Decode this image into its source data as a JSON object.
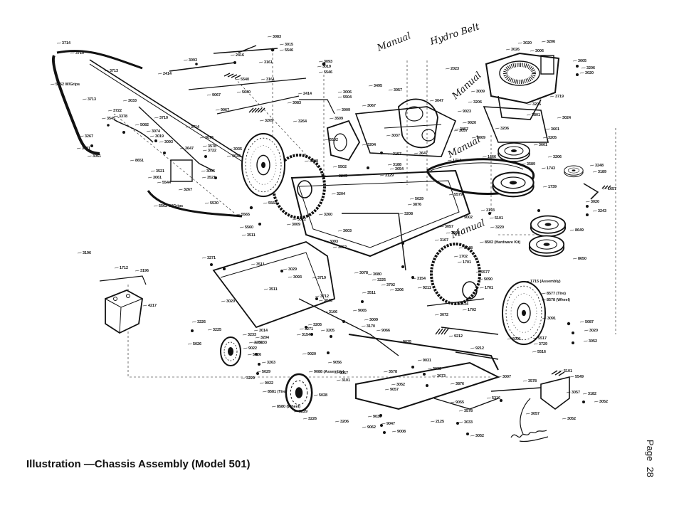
{
  "page": {
    "caption": "Illustration —Chassis Assembly (Model 501)",
    "page_label": "Page",
    "page_number": "28"
  },
  "diagram": {
    "handwritten": [
      {
        "id": "hw-manual",
        "text": "Manual"
      },
      {
        "id": "hw-hydro",
        "text": "Hydro Belt"
      },
      {
        "id": "hw-manual-2",
        "text": "Manual"
      },
      {
        "id": "hw-manual-3",
        "text": "Manual"
      },
      {
        "id": "hw-manual-4",
        "text": "Manual"
      }
    ],
    "callouts": [
      [
        "3083",
        383,
        53
      ],
      [
        "3714",
        87,
        62
      ],
      [
        "3710",
        106,
        76
      ],
      [
        "3015",
        400,
        64
      ],
      [
        "5546",
        400,
        72
      ],
      [
        "3093",
        265,
        86
      ],
      [
        "2416",
        331,
        79
      ],
      [
        "3161",
        371,
        89
      ],
      [
        "3093",
        455,
        88
      ],
      [
        "3019",
        453,
        95
      ],
      [
        "5546",
        455,
        103
      ],
      [
        "3713",
        154,
        101
      ],
      [
        "2414",
        229,
        105
      ],
      [
        "5540",
        338,
        113
      ],
      [
        "3161",
        374,
        113
      ],
      [
        "5562 W/Grips",
        78,
        120
      ],
      [
        "9067",
        298,
        135
      ],
      [
        "5640",
        340,
        131
      ],
      [
        "2414",
        426,
        133
      ],
      [
        "3006",
        482,
        131
      ],
      [
        "5504",
        482,
        138
      ],
      [
        "3495",
        525,
        122
      ],
      [
        "3057",
        553,
        128
      ],
      [
        "3713",
        123,
        141
      ],
      [
        "3033",
        180,
        143
      ],
      [
        "3083",
        411,
        146
      ],
      [
        "3009",
        480,
        156
      ],
      [
        "3067",
        516,
        150
      ],
      [
        "3047",
        611,
        143
      ],
      [
        "3722",
        159,
        157
      ],
      [
        "9067",
        310,
        156
      ],
      [
        "3710",
        224,
        167
      ],
      [
        "3209",
        372,
        171
      ],
      [
        "3264",
        419,
        172
      ],
      [
        "3509",
        470,
        168
      ],
      [
        "3545",
        150,
        168
      ],
      [
        "3378",
        167,
        165
      ],
      [
        "5082",
        197,
        177
      ],
      [
        "3714",
        268,
        180
      ],
      [
        "3074",
        213,
        186
      ],
      [
        "3019",
        218,
        193
      ],
      [
        "3093",
        231,
        201
      ],
      [
        "3267",
        119,
        193
      ],
      [
        "3076",
        288,
        195
      ],
      [
        "5502",
        463,
        198
      ],
      [
        "3204",
        516,
        205
      ],
      [
        "3037",
        550,
        192
      ],
      [
        "3057",
        645,
        185
      ],
      [
        "3521",
        115,
        210
      ],
      [
        "3647",
        260,
        210
      ],
      [
        "3578",
        292,
        207
      ],
      [
        "3035",
        328,
        211
      ],
      [
        "3722",
        292,
        213
      ],
      [
        "3033",
        326,
        221
      ],
      [
        "3061",
        130,
        221
      ],
      [
        "8651",
        190,
        227
      ],
      [
        "3208",
        435,
        228
      ],
      [
        "3157",
        552,
        218
      ],
      [
        "3647",
        589,
        217
      ],
      [
        "3188",
        552,
        233
      ],
      [
        "3054",
        555,
        239
      ],
      [
        "5502",
        475,
        236
      ],
      [
        "3129",
        541,
        248
      ],
      [
        "3205",
        476,
        249
      ],
      [
        "3521",
        219,
        242
      ],
      [
        "3006",
        290,
        242
      ],
      [
        "3061",
        215,
        251
      ],
      [
        "3521",
        291,
        251
      ],
      [
        "5544",
        228,
        258
      ],
      [
        "3267",
        258,
        268
      ],
      [
        "3204",
        473,
        274
      ],
      [
        "5029",
        583,
        281
      ],
      [
        "3876",
        580,
        289
      ],
      [
        "5530",
        295,
        287
      ],
      [
        "5560",
        377,
        287
      ],
      [
        "5562 W/Grips",
        223,
        291
      ],
      [
        "5565",
        339,
        303
      ],
      [
        "3260",
        455,
        303
      ],
      [
        "3022",
        418,
        310
      ],
      [
        "3009",
        410,
        317
      ],
      [
        "3208",
        568,
        302
      ],
      [
        "9002",
        652,
        307
      ],
      [
        "3057",
        625,
        320
      ],
      [
        "3208",
        634,
        329
      ],
      [
        "5560",
        344,
        321
      ],
      [
        "3511",
        347,
        332
      ],
      [
        "3603",
        482,
        326
      ],
      [
        "3093",
        463,
        341
      ],
      [
        "3052",
        475,
        349
      ],
      [
        "3107",
        618,
        339
      ],
      [
        "3196",
        116,
        357
      ],
      [
        "3271",
        291,
        364
      ],
      [
        "3511",
        360,
        373
      ],
      [
        "1712",
        168,
        378
      ],
      [
        "3196",
        197,
        382
      ],
      [
        "3029",
        405,
        380
      ],
      [
        "3093",
        412,
        391
      ],
      [
        "3719",
        446,
        392
      ],
      [
        "3078",
        505,
        385
      ],
      [
        "3080",
        524,
        387
      ],
      [
        "3225",
        530,
        395
      ],
      [
        "3702",
        543,
        402
      ],
      [
        "3206",
        555,
        409
      ],
      [
        "3511",
        378,
        408
      ],
      [
        "3712",
        450,
        418
      ],
      [
        "3048",
        455,
        424
      ],
      [
        "3511",
        516,
        413
      ],
      [
        "3154",
        586,
        393
      ],
      [
        "9211",
        594,
        406
      ],
      [
        "3134",
        646,
        429
      ],
      [
        "1702",
        657,
        437
      ],
      [
        "3020",
        318,
        425
      ],
      [
        "4217",
        208,
        431
      ],
      [
        "3106",
        462,
        440
      ],
      [
        "9065",
        503,
        438
      ],
      [
        "3072",
        618,
        444
      ],
      [
        "3009",
        519,
        451
      ],
      [
        "3170",
        515,
        460
      ],
      [
        "3226",
        277,
        454
      ],
      [
        "3205",
        440,
        458
      ],
      [
        "3271",
        428,
        464
      ],
      [
        "3205",
        458,
        466
      ],
      [
        "9066",
        536,
        466
      ],
      [
        "3233",
        348,
        472
      ],
      [
        "3014",
        364,
        466
      ],
      [
        "3225",
        299,
        465
      ],
      [
        "3204",
        366,
        476
      ],
      [
        "3154",
        424,
        472
      ],
      [
        "3266",
        357,
        483
      ],
      [
        "3233",
        363,
        483
      ],
      [
        "9212",
        638,
        474
      ],
      [
        "5026",
        271,
        485
      ],
      [
        "9020",
        432,
        499
      ],
      [
        "9035",
        566,
        482
      ],
      [
        "9022",
        349,
        491
      ],
      [
        "5026",
        355,
        500
      ],
      [
        "3263",
        375,
        511
      ],
      [
        "9031",
        594,
        508
      ],
      [
        "9056",
        468,
        511
      ],
      [
        "3033",
        608,
        520
      ],
      [
        "3073",
        614,
        530
      ],
      [
        "3229",
        346,
        533
      ],
      [
        "5029",
        368,
        524
      ],
      [
        "9088 (Assembly)",
        441,
        524
      ],
      [
        "9057",
        477,
        526
      ],
      [
        "3578",
        546,
        524
      ],
      [
        "9022",
        372,
        540
      ],
      [
        "3101",
        480,
        536
      ],
      [
        "3052",
        557,
        542
      ],
      [
        "3876",
        640,
        541
      ],
      [
        "9057",
        548,
        549
      ],
      [
        "8581 (Tire)",
        376,
        552
      ],
      [
        "5028",
        448,
        557
      ],
      [
        "9055",
        640,
        567
      ],
      [
        "8580 (Wheel)",
        389,
        573
      ],
      [
        "3229",
        420,
        580
      ],
      [
        "3578",
        652,
        579
      ],
      [
        "3226",
        433,
        590
      ],
      [
        "3206",
        478,
        594
      ],
      [
        "9030",
        524,
        587
      ],
      [
        "9062",
        516,
        602
      ],
      [
        "9047",
        543,
        597
      ],
      [
        "9008",
        558,
        608
      ],
      [
        "2125",
        612,
        594
      ],
      [
        "3033",
        652,
        595
      ],
      [
        "3052",
        668,
        614
      ],
      [
        "3026",
        718,
        71
      ],
      [
        "3020",
        735,
        62
      ],
      [
        "3206",
        768,
        60
      ],
      [
        "3006",
        752,
        73
      ],
      [
        "3005",
        812,
        87
      ],
      [
        "3206",
        824,
        97
      ],
      [
        "3020",
        822,
        104
      ],
      [
        "2023",
        633,
        98
      ],
      [
        "3719",
        780,
        137
      ],
      [
        "3009",
        669,
        130
      ],
      [
        "3206",
        665,
        145
      ],
      [
        "3205",
        748,
        148
      ],
      [
        "9023",
        650,
        158
      ],
      [
        "3024",
        790,
        167
      ],
      [
        "9020",
        657,
        174
      ],
      [
        "3801",
        747,
        163
      ],
      [
        "3601",
        774,
        183
      ],
      [
        "3205",
        770,
        195
      ],
      [
        "3601",
        757,
        205
      ],
      [
        "3057",
        646,
        183
      ],
      [
        "3206",
        703,
        182
      ],
      [
        "3009",
        670,
        195
      ],
      [
        "1714",
        636,
        227
      ],
      [
        "1666",
        685,
        222
      ],
      [
        "3206",
        777,
        222
      ],
      [
        "3589",
        740,
        232
      ],
      [
        "1743",
        768,
        238
      ],
      [
        "3248",
        836,
        234
      ],
      [
        "3189",
        840,
        243
      ],
      [
        "1739",
        770,
        264
      ],
      [
        "1657",
        854,
        267
      ],
      [
        "5579",
        638,
        275
      ],
      [
        "3020",
        830,
        285
      ],
      [
        "3243",
        840,
        298
      ],
      [
        "3193",
        683,
        297
      ],
      [
        "5101",
        695,
        308
      ],
      [
        "3220",
        696,
        321
      ],
      [
        "8649",
        808,
        325
      ],
      [
        "8502 (Hardware Kit)",
        681,
        342
      ],
      [
        "8648",
        652,
        350
      ],
      [
        "1702",
        645,
        362
      ],
      [
        "1701",
        650,
        370
      ],
      [
        "8650",
        812,
        365
      ],
      [
        "5577",
        676,
        384
      ],
      [
        "5090",
        680,
        394
      ],
      [
        "1715 (Assembly)",
        745,
        397
      ],
      [
        "1701",
        681,
        406
      ],
      [
        "8577 (Tire)",
        768,
        414
      ],
      [
        "8578 (Wheel)",
        768,
        423
      ],
      [
        "3091",
        769,
        449
      ],
      [
        "5087",
        822,
        454
      ],
      [
        "3020",
        828,
        466
      ],
      [
        "5091",
        720,
        478
      ],
      [
        "5517",
        756,
        477
      ],
      [
        "3052",
        827,
        481
      ],
      [
        "9212",
        668,
        491
      ],
      [
        "5516",
        755,
        496
      ],
      [
        "5101",
        792,
        523
      ],
      [
        "3007",
        706,
        531
      ],
      [
        "5549",
        808,
        531
      ],
      [
        "3578",
        742,
        537
      ],
      [
        "3057",
        803,
        553
      ],
      [
        "3182",
        826,
        555
      ],
      [
        "5316",
        691,
        561
      ],
      [
        "3052",
        842,
        566
      ],
      [
        "3057",
        746,
        583
      ],
      [
        "3052",
        797,
        590
      ],
      [
        "3729",
        757,
        485
      ]
    ]
  }
}
